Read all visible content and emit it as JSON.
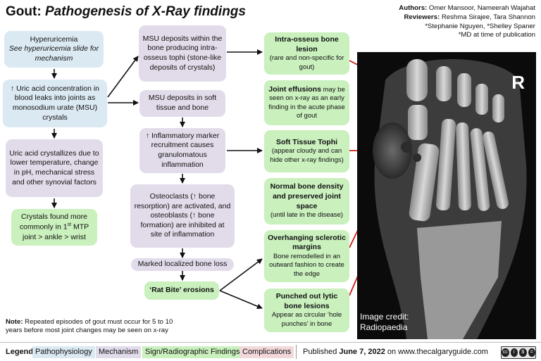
{
  "title": {
    "main": "Gout:",
    "sub": "Pathogenesis of X-Ray findings"
  },
  "authors": {
    "authors_label": "Authors:",
    "authors": "Omer Mansoor, Nameerah Wajahat",
    "reviewers_label": "Reviewers:",
    "reviewers": "Reshma Sirajee, Tara Shannon",
    "reviewers2": "*Stephanie Nguyen, *Shelley Spaner",
    "md_note": "*MD at time of publication"
  },
  "col1": {
    "hyperuricemia": "Hyperuricemia",
    "hyperuricemia_note": "See hyperuricemia slide for mechanism",
    "uric_acid": "↑ Uric acid concentration in blood leaks into joints as monosodium urate (MSU) crystals",
    "crystallizes": "Uric acid crystallizes due to lower temperature, change in pH, mechanical stress and other synovial factors",
    "crystals_found": "Crystals found more commonly in 1",
    "crystals_sup": "st",
    "crystals_found2": " MTP joint > ankle > wrist"
  },
  "col2": {
    "msu_within": "MSU deposits within the bone producing intra-osseus tophi (stone-like deposits of crystals)",
    "msu_soft": "MSU deposits in soft tissue and bone",
    "inflam": "↑ Inflammatory marker recruitment causes granulomatous inflammation",
    "osteo": "Osteoclasts (↑ bone resorption) are activated, and osteoblasts (↑ bone formation) are inhibited at site of inflammation",
    "marked": "Marked localized bone loss",
    "rat_bite": "‘Rat Bite’ erosions"
  },
  "col3": {
    "intra_title": "Intra-osseus bone lesion",
    "intra_sub": "(rare and non-specific for gout)",
    "effusion_title": "Joint effusions",
    "effusion_rest": " may be seen on x-ray as an early finding in the acute phase of gout",
    "tophi_title": "Soft Tissue Tophi",
    "tophi_sub": "(appear cloudy and can hide other x-ray findings)",
    "normal_title": "Normal bone density and preserved joint space",
    "normal_sub": "(until late in the disease)",
    "overhang_title": "Overhanging sclerotic margins",
    "overhang_sub": "Bone remodelled in an outward fashion to create the edge",
    "punched_title": "Punched out lytic bone lesions",
    "punched_sub": "Appear as circular ‘hole punches’ in bone"
  },
  "image": {
    "side_marker": "R",
    "credit_line1": "Image credit:",
    "credit_line2": "Radiopaedia"
  },
  "note": {
    "label": "Note:",
    "text": " Repeated episodes of gout must occur for 5 to 10 years before most joint changes may be seen on x-ray"
  },
  "legend": {
    "label": "Legend:",
    "items": [
      "Pathophysiology",
      "Mechanism",
      "Sign/Radiographic Findings",
      "Complications"
    ],
    "published_prefix": "Published ",
    "published_date": "June 7, 2022",
    "published_suffix": " on www.thecalgaryguide.com"
  },
  "colors": {
    "pathophysiology": "#dbe9f3",
    "mechanism": "#e2dcea",
    "sign": "#c9f0bd",
    "complications": "#f2d8db",
    "red_arrow": "#d11a1a"
  }
}
